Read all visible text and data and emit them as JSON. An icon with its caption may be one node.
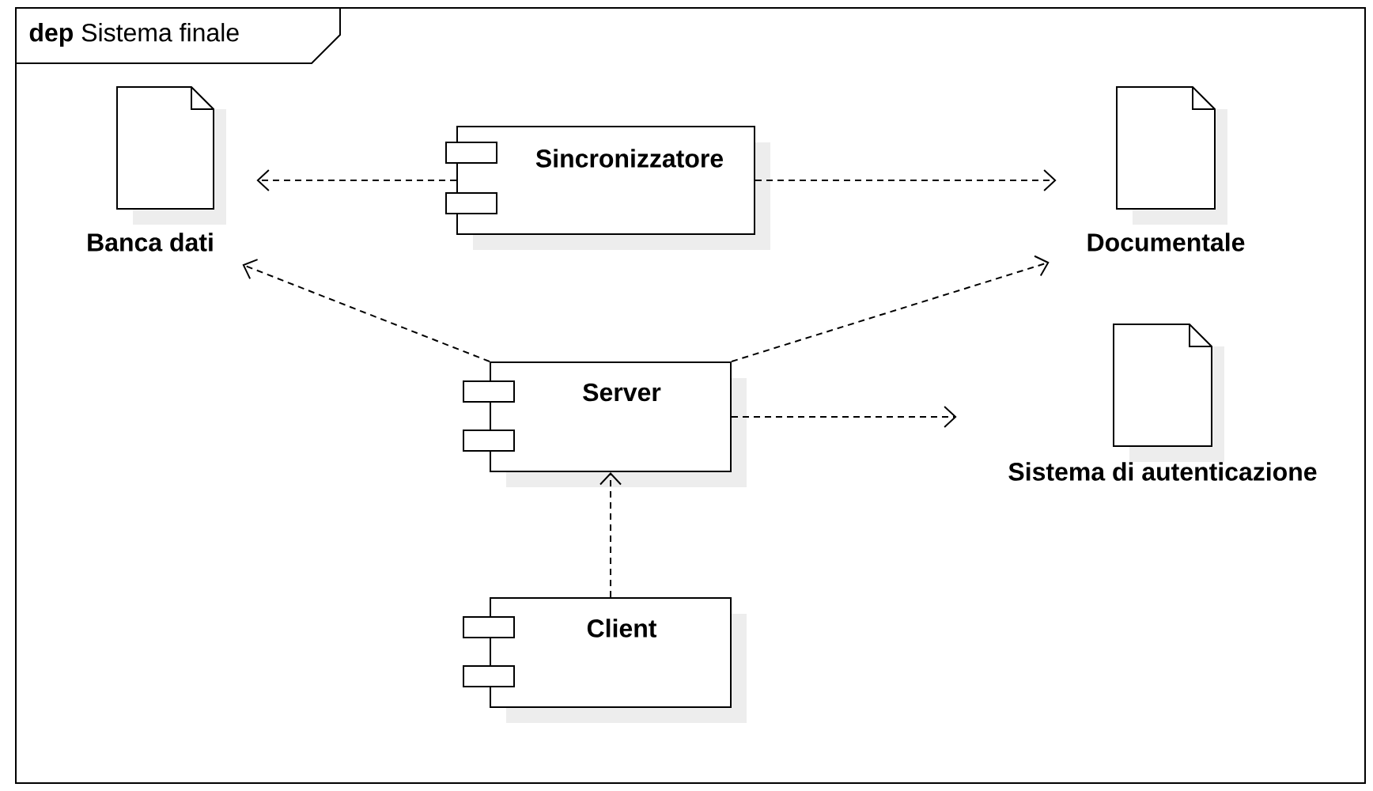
{
  "diagram": {
    "nodes": [
      {
        "text": [
          "**dep** Sistema finale"
        ]
      },
      {
        "text": [
          "Banca dati"
        ],
        "in": 0
      },
      {
        "text": [
          "Sincronizzatore"
        ],
        "in": 0
      },
      {
        "text": [
          "Documentale"
        ],
        "in": 0
      },
      {
        "text": [
          "Server"
        ],
        "in": 0
      },
      {
        "text": [
          "Sistema di autenticazione"
        ],
        "in": 0
      },
      {
        "text": [
          "Client"
        ],
        "in": 0
      }
    ],
    "edges": [
      {
        "from": 2,
        "to": 1,
        "arrow": "to",
        "style": "dashed"
      },
      {
        "from": 2,
        "to": 3,
        "arrow": "to",
        "style": "dashed"
      },
      {
        "from": 4,
        "to": 1,
        "arrow": "to",
        "style": "dashed"
      },
      {
        "from": 4,
        "to": 3,
        "arrow": "to",
        "style": "dashed"
      },
      {
        "from": 4,
        "to": 5,
        "arrow": "to",
        "style": "dashed"
      },
      {
        "from": 6,
        "to": 4,
        "arrow": "to",
        "style": "dashed"
      }
    ]
  }
}
